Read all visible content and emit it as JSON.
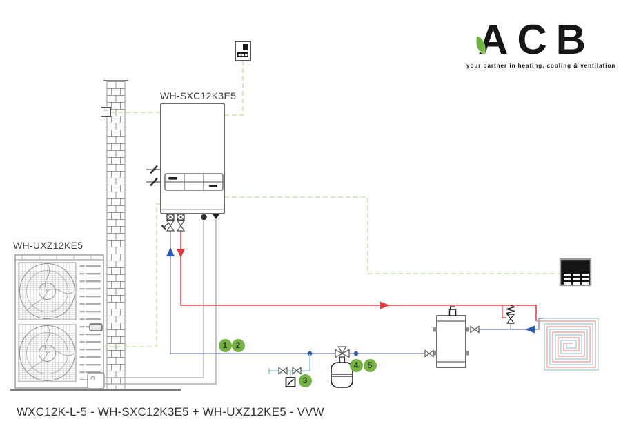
{
  "logo": {
    "brand": "ACB",
    "tagline": "your partner in heating, cooling & ventilation"
  },
  "diagram": {
    "indoor_unit_label": "WH-SXC12K3E5",
    "outdoor_unit_label": "WH-UXZ12KE5",
    "room_thermostat_label": "T",
    "caption": "WXC12K-L-5 - WH-SXC12K3E5 + WH-UXZ12KE5 - VVW",
    "callouts": [
      {
        "n": "1"
      },
      {
        "n": "2"
      },
      {
        "n": "3"
      },
      {
        "n": "4"
      },
      {
        "n": "5"
      }
    ]
  },
  "colors": {
    "pipe_red": "#e23a40",
    "pipe_blue": "#8796c6",
    "arrow_blue": "#2c5cb0",
    "fill_pipe_blue": "#a9d5ec",
    "cable_green": "#c8e3ab",
    "callout_green": "#74b243",
    "spiral_red": "#f2a5a3",
    "spiral_blue": "#b2d3da",
    "line_gray": "#b3b3b3",
    "wall_gray": "#9a9a9a",
    "leaf_green": "#6eb43f"
  }
}
